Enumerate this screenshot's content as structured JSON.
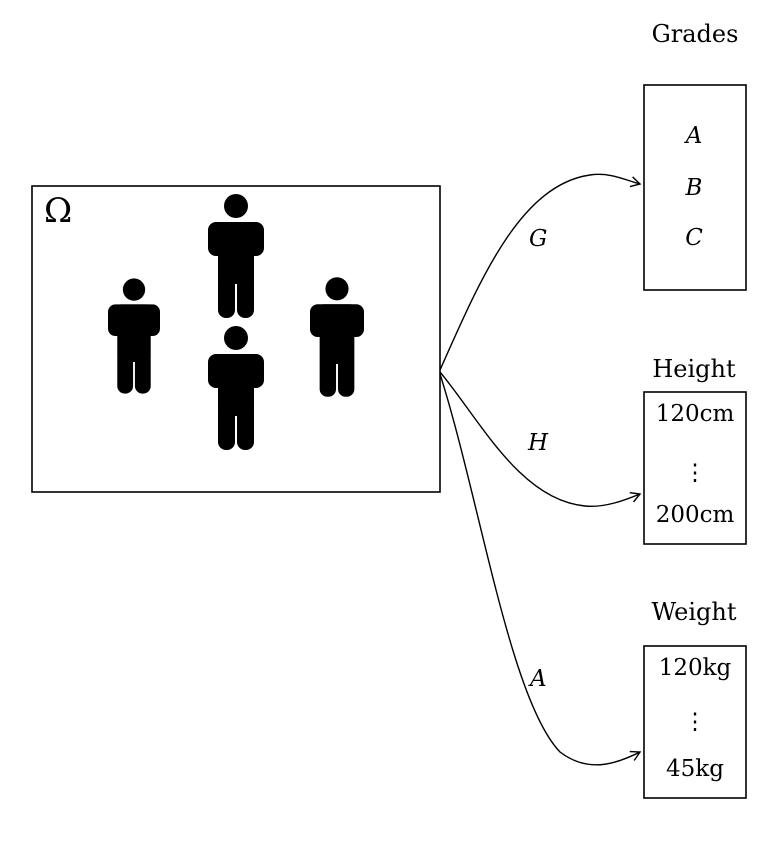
{
  "sample_space": {
    "symbol": "Ω",
    "people_count": 4
  },
  "targets": {
    "grades": {
      "title": "Grades",
      "values": [
        "A",
        "B",
        "C"
      ]
    },
    "height": {
      "title": "Height",
      "top": "120cm",
      "dots": "⋮",
      "bottom": "200cm"
    },
    "weight": {
      "title": "Weight",
      "top": "120kg",
      "dots": "⋮",
      "bottom": "45kg"
    }
  },
  "maps": {
    "grades": "G",
    "height": "H",
    "weight": "A"
  }
}
